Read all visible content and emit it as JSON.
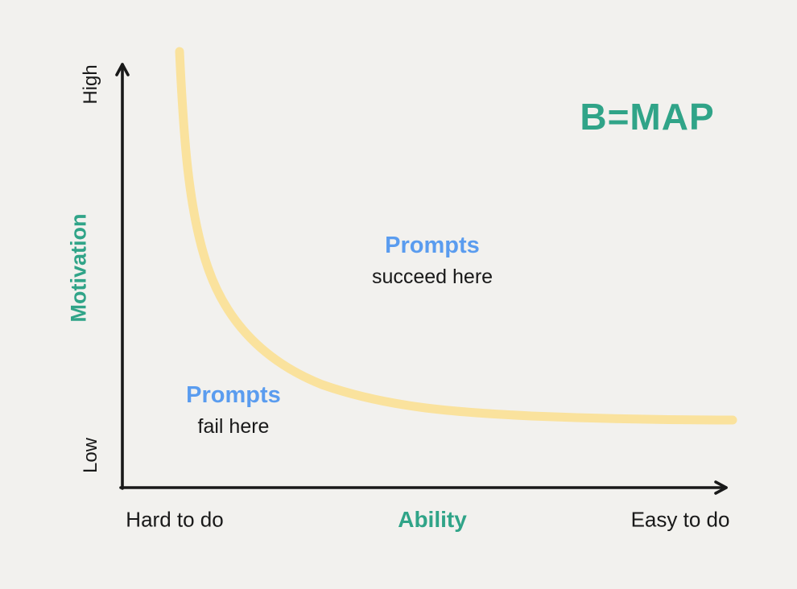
{
  "title": "B=MAP",
  "colors": {
    "background": "#f2f1ee",
    "teal": "#30a488",
    "blue": "#5a9cef",
    "yellow": "#fae29d",
    "ink": "#191919"
  },
  "y_axis": {
    "label": "Motivation",
    "high": "High",
    "low": "Low"
  },
  "x_axis": {
    "label": "Ability",
    "left": "Hard to do",
    "right": "Easy to do"
  },
  "annotations": {
    "succeed": {
      "heading": "Prompts",
      "body": "succeed here"
    },
    "fail": {
      "heading": "Prompts",
      "body": "fail here"
    }
  }
}
